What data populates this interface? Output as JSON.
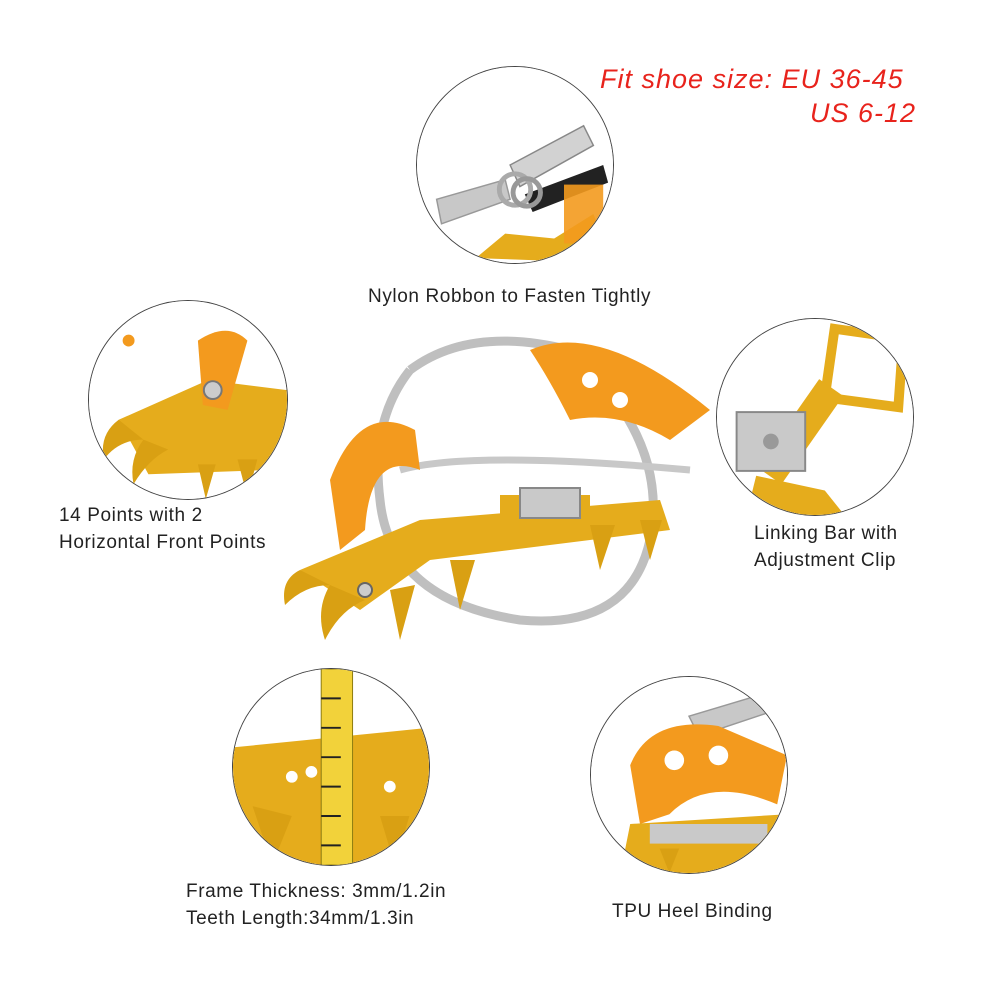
{
  "size_info": {
    "line1": "Fit  shoe  size: EU  36-45",
    "line2": "US  6-12"
  },
  "features": {
    "ribbon": {
      "caption": "Nylon Robbon to Fasten Tightly",
      "icon": "strap-ring-detail"
    },
    "points": {
      "caption_line1": "14  Points with 2",
      "caption_line2": "Horizontal Front Points",
      "icon": "front-spikes-detail"
    },
    "linking": {
      "caption_line1": "Linking Bar with",
      "caption_line2": "Adjustment Clip",
      "icon": "linking-bar-detail"
    },
    "frame": {
      "caption_line1": "Frame Thickness: 3mm/1.2in",
      "caption_line2": "Teeth Length:34mm/1.3in",
      "icon": "measuring-tape-detail"
    },
    "heel": {
      "caption": "TPU Heel Binding",
      "icon": "heel-binding-detail"
    }
  },
  "colors": {
    "gold": "#e5ac1c",
    "orange": "#f39a1e",
    "strap": "#bfbfbf",
    "accent_red": "#e8231c"
  }
}
